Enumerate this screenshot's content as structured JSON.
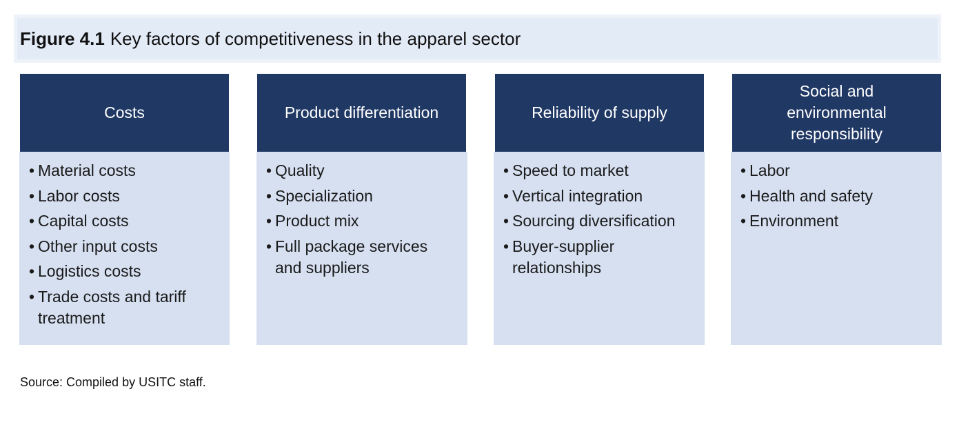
{
  "figure": {
    "label": "Figure 4.1",
    "title": "Key factors of competitiveness in the apparel sector"
  },
  "columns": [
    {
      "header": "Costs",
      "items": [
        "Material costs",
        "Labor costs",
        "Capital costs",
        "Other input costs",
        "Logistics costs",
        "Trade costs and tariff treatment"
      ]
    },
    {
      "header": "Product differentiation",
      "items": [
        "Quality",
        "Specialization",
        "Product mix",
        "Full package services and suppliers"
      ]
    },
    {
      "header": "Reliability of supply",
      "items": [
        "Speed to market",
        "Vertical integration",
        "Sourcing diversification",
        "Buyer-supplier relationships"
      ]
    },
    {
      "header": "Social and environmental responsibility",
      "items": [
        "Labor",
        "Health and safety",
        "Environment"
      ]
    }
  ],
  "bullet": "•",
  "source": "Source: Compiled by USITC staff.",
  "colors": {
    "header_bg": "#203864",
    "body_bg": "#d6e0f1",
    "banner_bg": "#e3ebf7"
  }
}
